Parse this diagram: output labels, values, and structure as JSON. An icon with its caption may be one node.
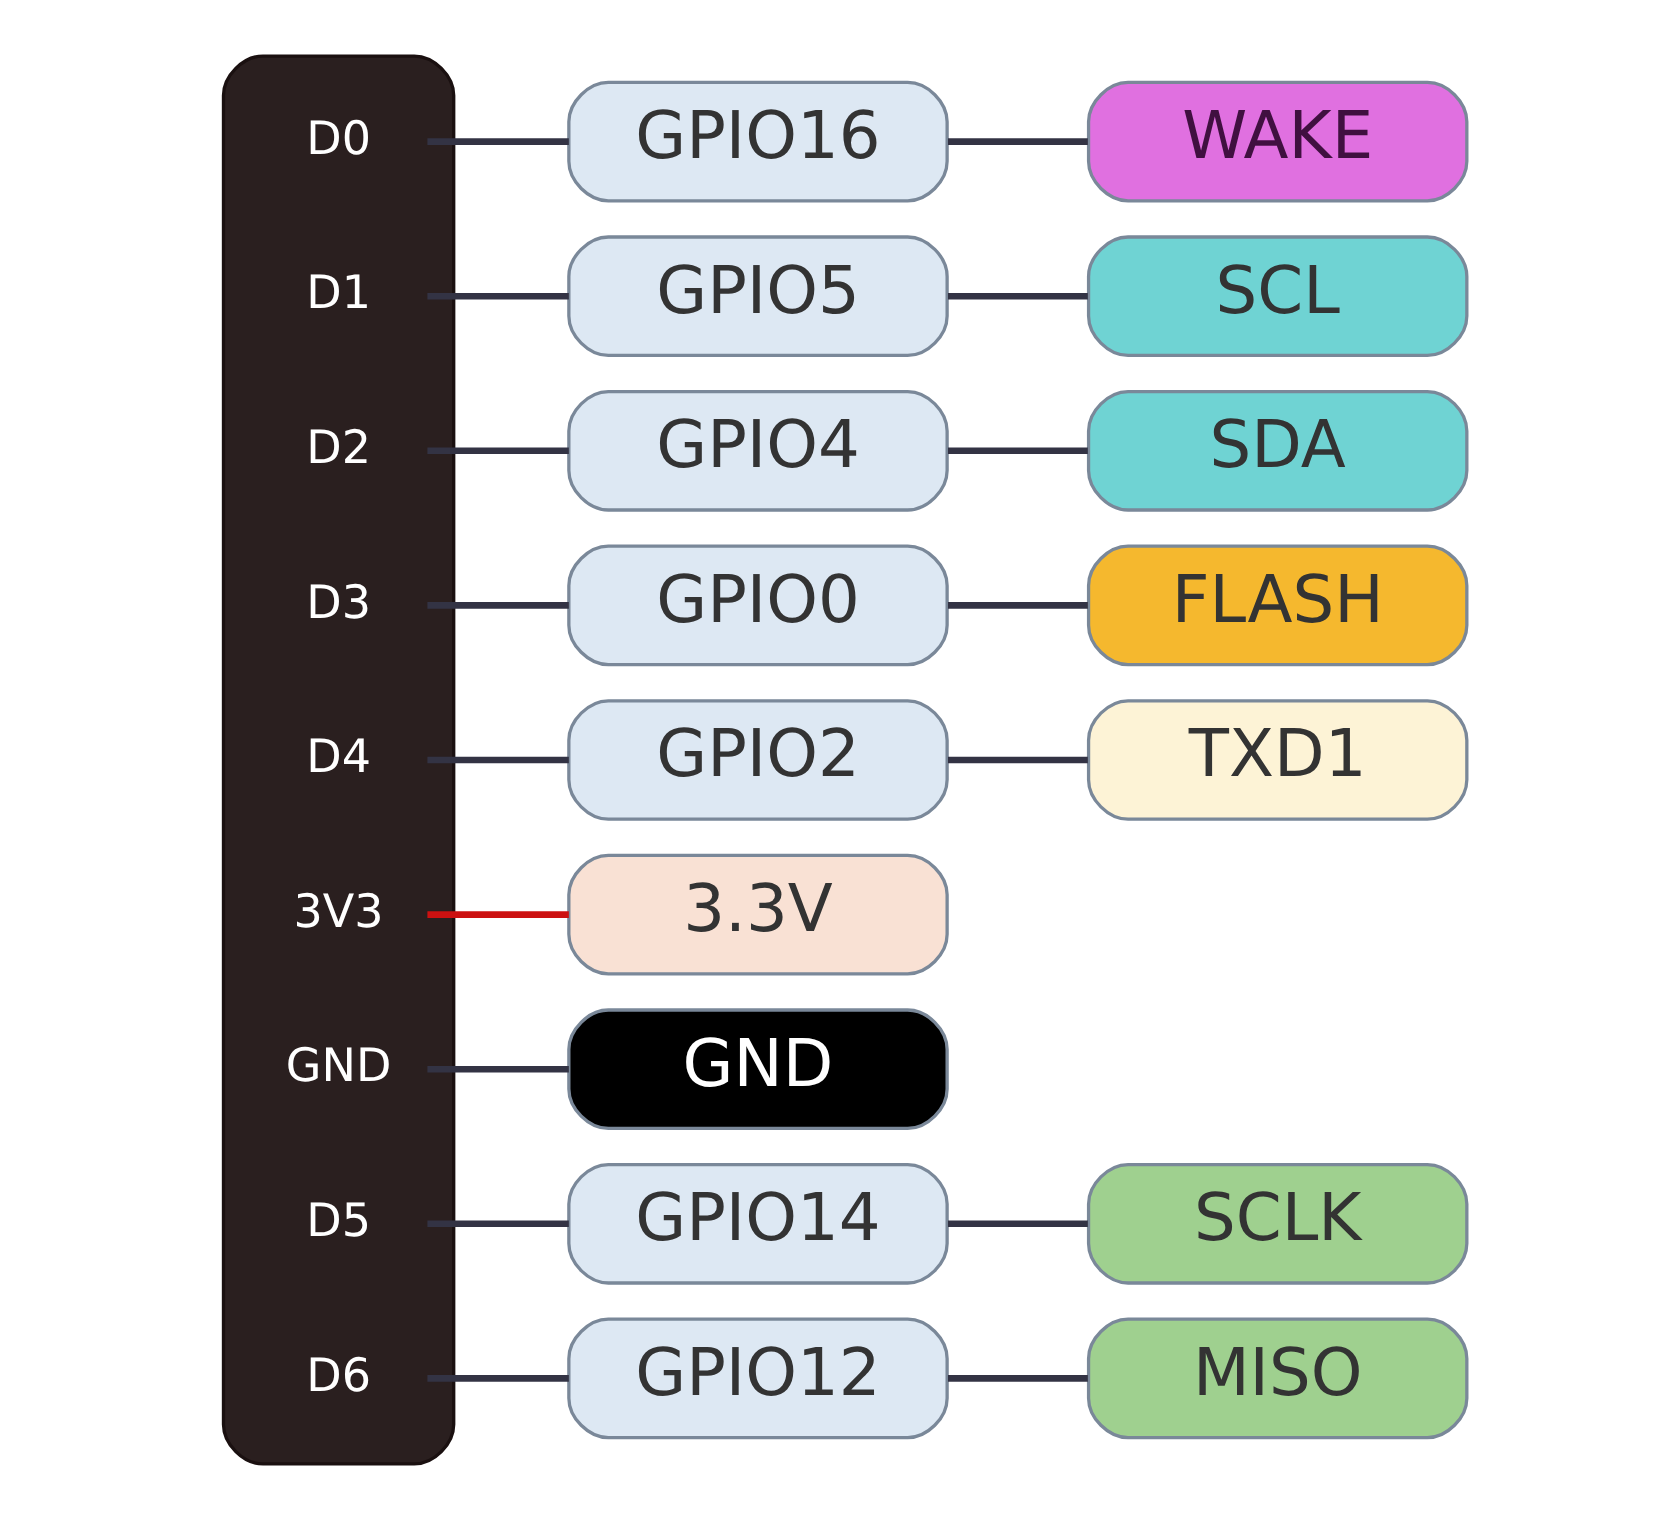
{
  "diagram": {
    "nodes": [
      {
        "text": [],
        "shape": "bar"
      },
      {
        "text": [
          "D0"
        ],
        "in": 0
      },
      {
        "text": [
          "GPIO16"
        ]
      },
      {
        "text": [
          "WAKE"
        ]
      },
      {
        "text": [
          "D1"
        ],
        "in": 0
      },
      {
        "text": [
          "GPIO5"
        ]
      },
      {
        "text": [
          "SCL"
        ]
      },
      {
        "text": [
          "D2"
        ],
        "in": 0
      },
      {
        "text": [
          "GPIO4"
        ]
      },
      {
        "text": [
          "SDA"
        ]
      },
      {
        "text": [
          "D3"
        ],
        "in": 0
      },
      {
        "text": [
          "GPIO0"
        ]
      },
      {
        "text": [
          "FLASH"
        ]
      },
      {
        "text": [
          "D4"
        ],
        "in": 0
      },
      {
        "text": [
          "GPIO2"
        ]
      },
      {
        "text": [
          "TXD1"
        ]
      },
      {
        "text": [
          "3V3"
        ],
        "in": 0
      },
      {
        "text": [
          "3.3V"
        ]
      },
      {
        "text": [
          "GND"
        ],
        "in": 0
      },
      {
        "text": [
          "GND"
        ]
      },
      {
        "text": [
          "D5"
        ],
        "in": 0
      },
      {
        "text": [
          "GPIO14"
        ]
      },
      {
        "text": [
          "SCLK"
        ]
      },
      {
        "text": [
          "D6"
        ],
        "in": 0
      },
      {
        "text": [
          "GPIO12"
        ]
      },
      {
        "text": [
          "MISO"
        ]
      }
    ],
    "edges": [
      {
        "from": 1,
        "to": 2,
        "arrow": "none"
      },
      {
        "from": 2,
        "to": 3,
        "arrow": "none"
      },
      {
        "from": 4,
        "to": 5,
        "arrow": "none"
      },
      {
        "from": 5,
        "to": 6,
        "arrow": "none"
      },
      {
        "from": 7,
        "to": 8,
        "arrow": "none"
      },
      {
        "from": 8,
        "to": 9,
        "arrow": "none"
      },
      {
        "from": 10,
        "to": 11,
        "arrow": "none"
      },
      {
        "from": 11,
        "to": 12,
        "arrow": "none"
      },
      {
        "from": 13,
        "to": 14,
        "arrow": "none"
      },
      {
        "from": 14,
        "to": 15,
        "arrow": "none"
      },
      {
        "from": 16,
        "to": 17,
        "arrow": "none",
        "color": "#cc1111"
      },
      {
        "from": 18,
        "to": 19,
        "arrow": "none"
      },
      {
        "from": 20,
        "to": 21,
        "arrow": "none"
      },
      {
        "from": 21,
        "to": 22,
        "arrow": "none"
      },
      {
        "from": 23,
        "to": 24,
        "arrow": "none"
      },
      {
        "from": 24,
        "to": 25,
        "arrow": "none"
      }
    ]
  }
}
